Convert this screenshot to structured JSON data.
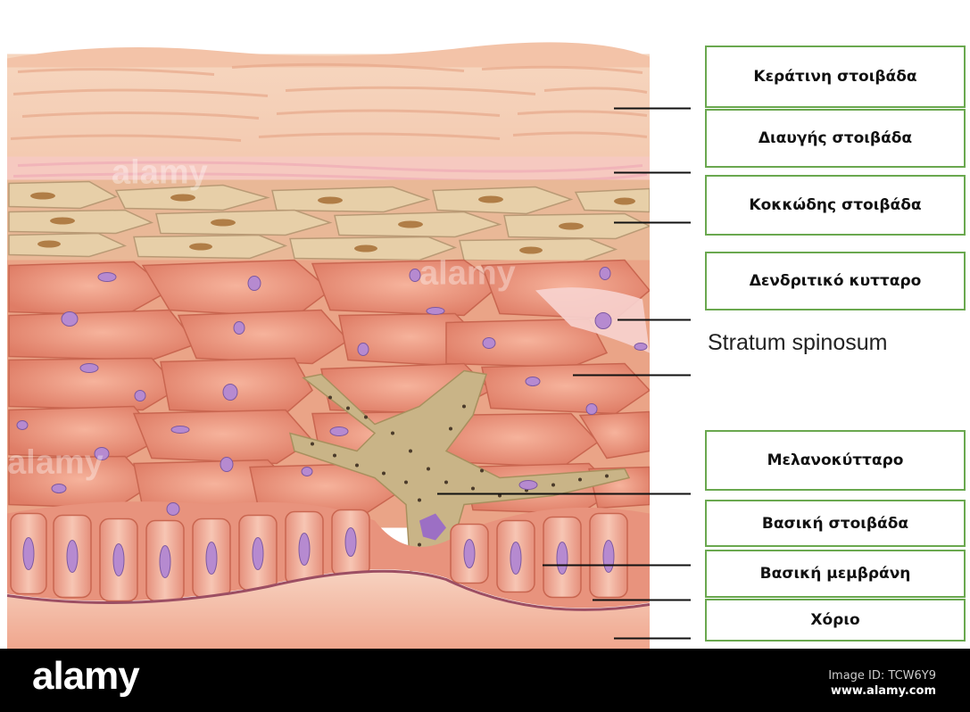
{
  "labels": {
    "stratum_corneum": "Κεράτινη στοιβάδα",
    "stratum_lucidum": "Διαυγής στοιβάδα",
    "stratum_granulosum": "Κοκκώδης στοιβάδα",
    "dendritic_cell": "Δενδριτικό κυτταρο",
    "stratum_spinosum": "Stratum spinosum",
    "melanocyte": "Μελανοκύτταρο",
    "stratum_basale": "Βασική στοιβάδα",
    "basement_membrane": "Βασική μεμβράνη",
    "dermis": "Χόριο"
  },
  "footer": {
    "logo": "alamy",
    "image_id": "Image ID: TCW6Y9",
    "site": "www.alamy.com"
  },
  "watermark": "alamy",
  "colors": {
    "box_border": "#6aa84f",
    "corneum": "#f4cdb4",
    "granulosum": "#e8cfa8",
    "spinosum_cell": "#e8927a",
    "nucleus": "#b68ad0",
    "melanocyte": "#c8b384",
    "dermis": "#f0a58c"
  }
}
